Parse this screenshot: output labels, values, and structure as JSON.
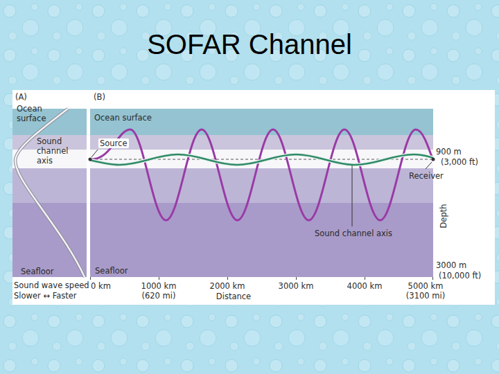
{
  "diagram": {
    "title": "SOFAR Channel",
    "labels": [
      "(A)",
      "Ocean surface",
      "Sound channel axis",
      "Seafloor",
      "Sound wave speed",
      "Slower ↔ Faster",
      "(B)",
      "Ocean surface",
      "Source",
      "900 m",
      "(3,000 ft)",
      "Receiver",
      "Depth",
      "Sound channel axis",
      "Seafloor",
      "3000 m",
      "(10,000 ft)",
      "0 km",
      "1000 km",
      "(620 mi)",
      "2000 km",
      "3000 km",
      "4000 km",
      "5000 km",
      "(3100 mi)",
      "Distance"
    ]
  }
}
